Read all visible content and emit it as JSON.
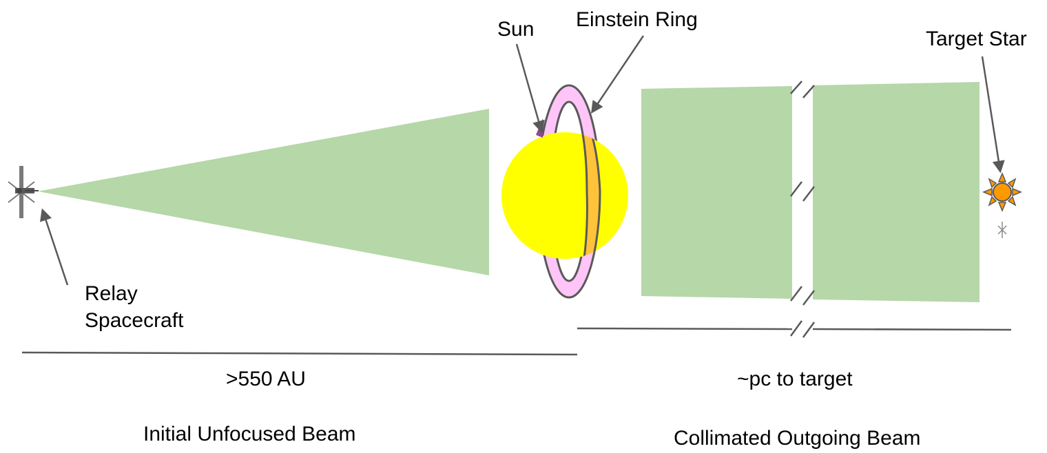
{
  "labels": {
    "sun": "Sun",
    "einstein_ring": "Einstein Ring",
    "target_star": "Target Star",
    "relay_line1": "Relay",
    "relay_line2": "Spacecraft",
    "distance_near": ">550 AU",
    "distance_far": "~pc to target",
    "caption_left": "Initial Unfocused Beam",
    "caption_right": "Collimated Outgoing Beam"
  },
  "colors": {
    "beam": "#b6d7a8",
    "sun": "#ffff00",
    "ring_fill": "#ffc4f8",
    "ring_stroke": "#595959",
    "ring_overlap_front": "#ffc33a",
    "ring_overlap_back": "#8e4a8a",
    "star": "#ff9900",
    "line": "#595959"
  },
  "icons": {
    "spacecraft": "spacecraft-icon",
    "target_star": "sun-star-icon",
    "small_spacecraft": "small-spacecraft-icon"
  }
}
